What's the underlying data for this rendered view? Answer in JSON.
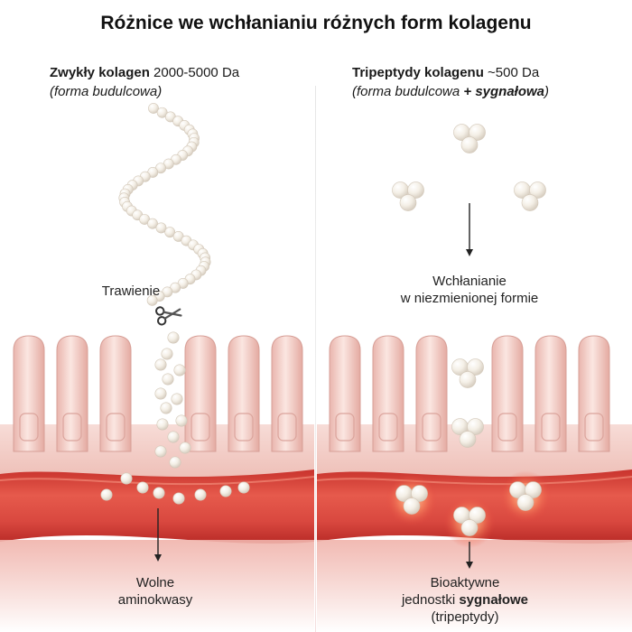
{
  "title": "Różnice we wchłanianiu różnych form kolagenu",
  "left": {
    "heading_bold": "Zwykły kolagen",
    "heading_rest": " 2000-5000 Da",
    "subheading": "(forma budulcowa)",
    "digestion_label": "Trawienie",
    "result_line1": "Wolne",
    "result_line2": "aminokwasy"
  },
  "right": {
    "heading_bold": "Tripeptydy kolagenu",
    "heading_rest": " ~500 Da",
    "subheading_start": "(forma budulcowa ",
    "subheading_bold": "+ sygnałowa",
    "subheading_end": ")",
    "absorb_line1": "Wchłanianie",
    "absorb_line2": "w niezmienionej formie",
    "result_line1": "Bioaktywne",
    "result_line2_start": "jednostki ",
    "result_line2_bold": "sygnałowe",
    "result_line3": "(tripeptydy)"
  },
  "colors": {
    "tissue": "#f3d0cb",
    "blood": "#d9483f",
    "bead": "#f6f1ea"
  },
  "icons": {
    "scissors": "scissors-icon"
  }
}
